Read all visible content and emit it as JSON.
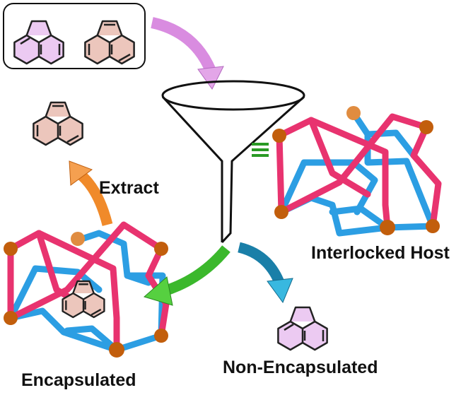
{
  "labels": {
    "extract": "Extract",
    "interlocked_host": "Interlocked Host",
    "encapsulated": "Encapsulated",
    "non_encapsulated": "Non-Encapsulated"
  },
  "colors": {
    "acenaphthene_fill": "#eccaf2",
    "acenaphthylene_fill": "#ecc6bc",
    "cage_pink": "#e8336f",
    "cage_blue": "#2c9ee3",
    "cage_node": "#c25e0c",
    "arrow_purple": "#d98ce0",
    "arrow_green": "#3bb82c",
    "arrow_blue": "#1a7fa8",
    "arrow_orange": "#f08a2a",
    "equiv_green": "#2a9a25"
  }
}
